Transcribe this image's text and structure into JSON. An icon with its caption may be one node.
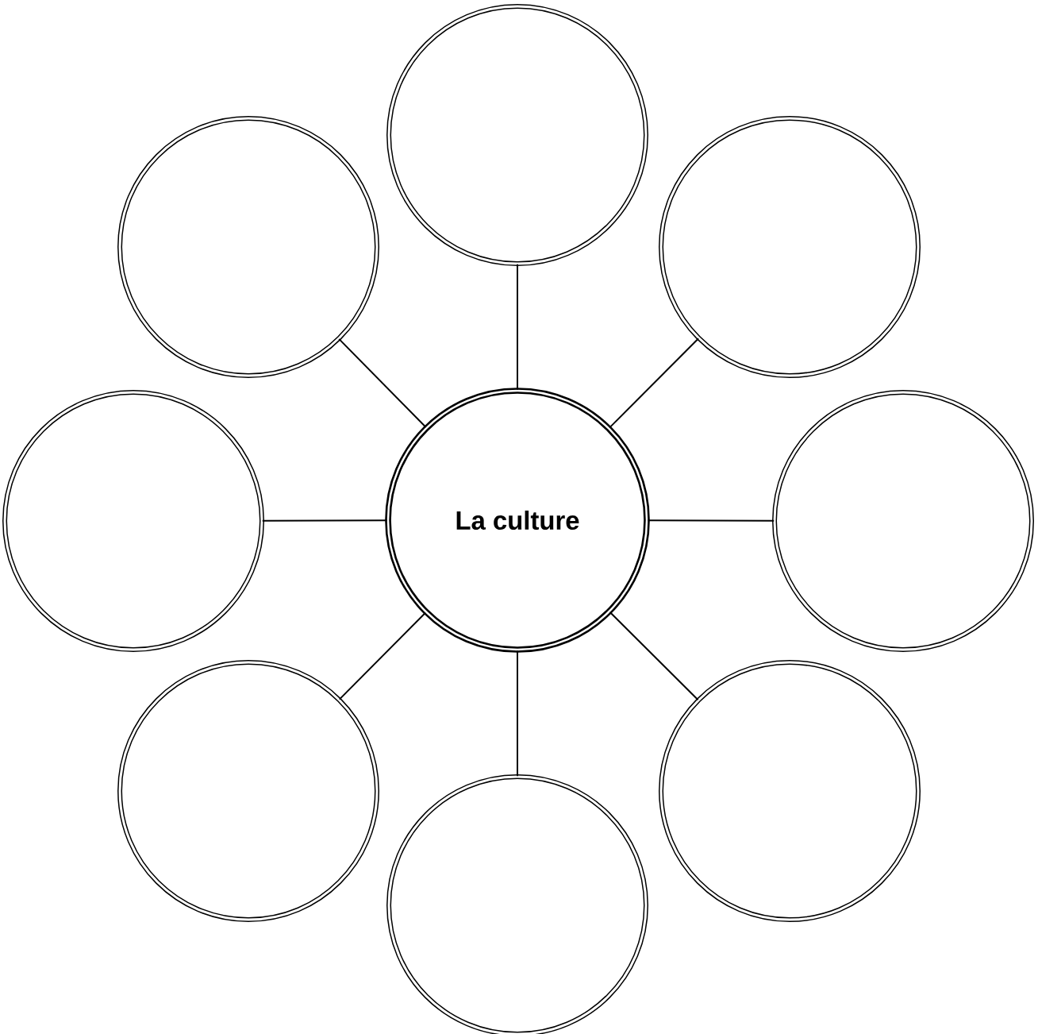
{
  "diagram": {
    "nodes": [
      {
        "text": [
          "La culture"
        ]
      },
      {
        "text": [],
        "shape": "circle"
      },
      {
        "text": [],
        "shape": "circle"
      },
      {
        "text": [],
        "shape": "circle"
      },
      {
        "text": [],
        "shape": "circle"
      },
      {
        "text": [],
        "shape": "circle"
      },
      {
        "text": [],
        "shape": "circle"
      },
      {
        "text": [],
        "shape": "circle"
      },
      {
        "text": [],
        "shape": "circle"
      }
    ],
    "edges": [
      {
        "from": 0,
        "to": 1,
        "arrow": "none"
      },
      {
        "from": 0,
        "to": 2,
        "arrow": "none"
      },
      {
        "from": 0,
        "to": 3,
        "arrow": "none"
      },
      {
        "from": 0,
        "to": 4,
        "arrow": "none"
      },
      {
        "from": 0,
        "to": 5,
        "arrow": "none"
      },
      {
        "from": 0,
        "to": 6,
        "arrow": "none"
      },
      {
        "from": 0,
        "to": 7,
        "arrow": "none"
      },
      {
        "from": 0,
        "to": 8,
        "arrow": "none"
      }
    ]
  }
}
